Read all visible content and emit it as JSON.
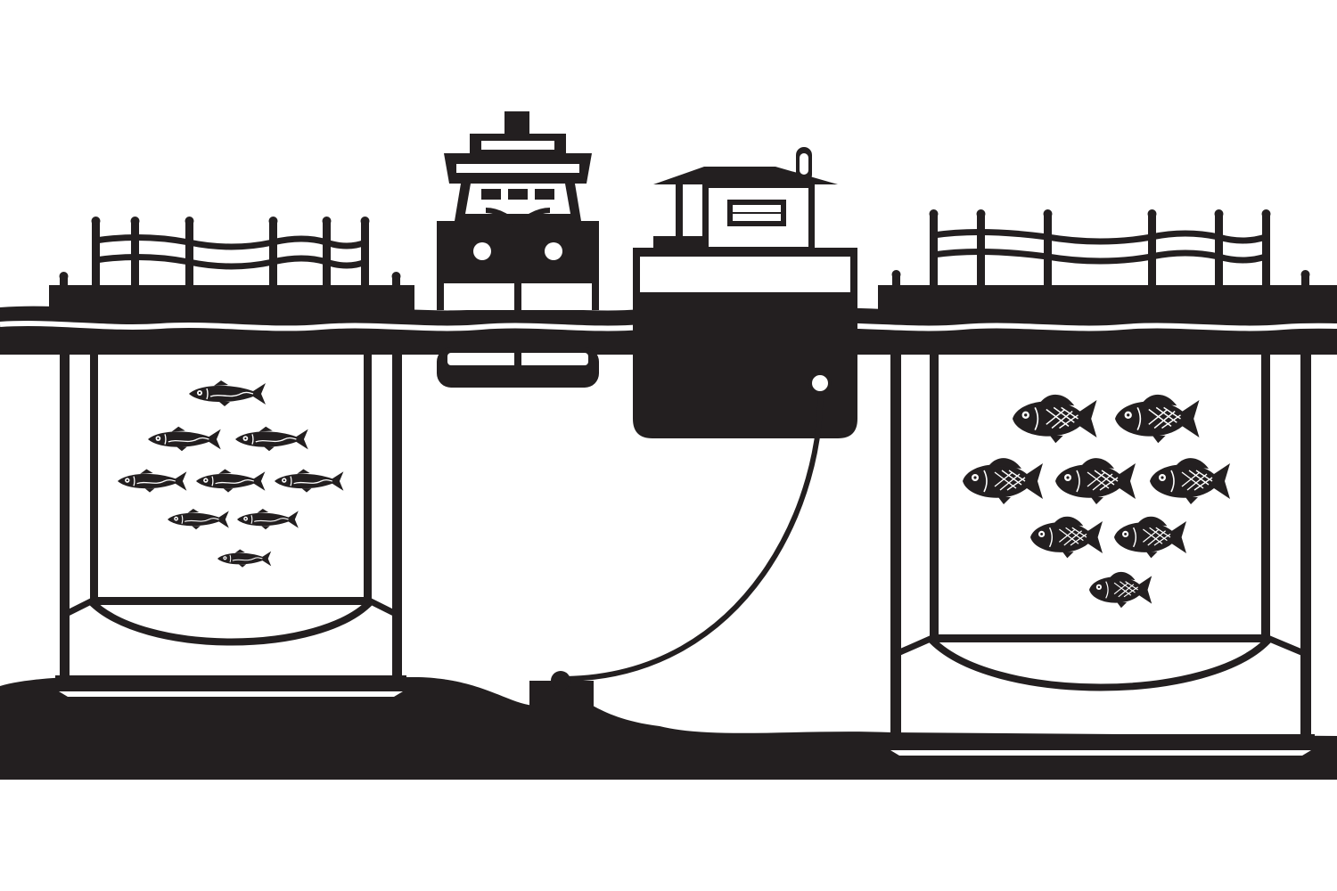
{
  "colors": {
    "ink": "#231f20",
    "paper": "#ffffff"
  },
  "icons": [
    "cage-net-icon",
    "fish-icon",
    "fishing-boat-icon",
    "feed-barge-icon",
    "feed-pipe-icon",
    "seabed-pump-icon"
  ],
  "pens": [
    {
      "name": "left-fish-pen",
      "fish_count": 9,
      "fish_style": "slender"
    },
    {
      "name": "right-fish-pen",
      "fish_count": 8,
      "fish_style": "round"
    }
  ]
}
